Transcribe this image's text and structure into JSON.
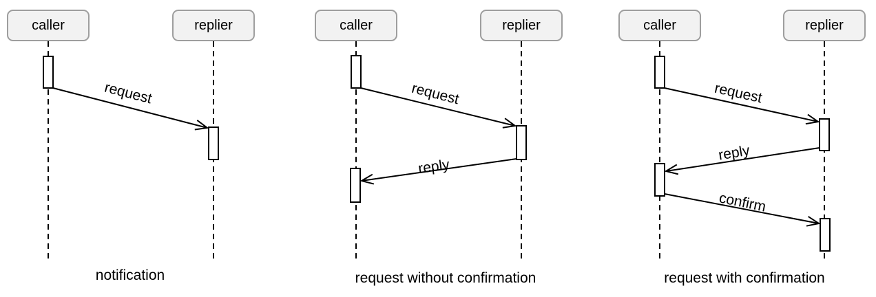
{
  "diagrams": [
    {
      "caption": "notification",
      "participants": [
        "caller",
        "replier"
      ],
      "messages": [
        {
          "label": "request",
          "from": "caller",
          "to": "replier"
        }
      ]
    },
    {
      "caption": "request without confirmation",
      "participants": [
        "caller",
        "replier"
      ],
      "messages": [
        {
          "label": "request",
          "from": "caller",
          "to": "replier"
        },
        {
          "label": "reply",
          "from": "replier",
          "to": "caller"
        }
      ]
    },
    {
      "caption": "request with confirmation",
      "participants": [
        "caller",
        "replier"
      ],
      "messages": [
        {
          "label": "request",
          "from": "caller",
          "to": "replier"
        },
        {
          "label": "reply",
          "from": "replier",
          "to": "caller"
        },
        {
          "label": "confirm",
          "from": "caller",
          "to": "replier"
        }
      ]
    }
  ],
  "colors": {
    "background": "#ffffff",
    "participant_fill": "#f2f2f2",
    "participant_border": "#9e9e9e",
    "line": "#000000",
    "text": "#000000"
  }
}
